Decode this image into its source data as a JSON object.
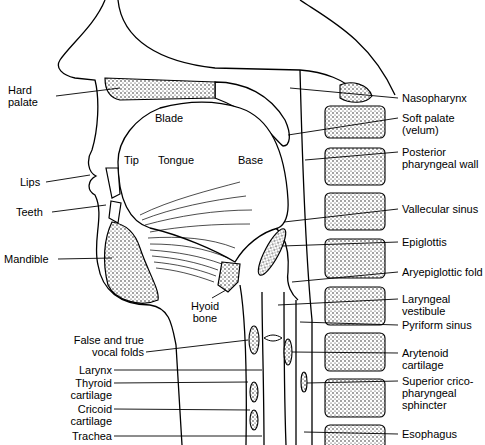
{
  "diagram": {
    "labels": [
      "Hard palate",
      "Lips",
      "Teeth",
      "Mandible",
      "False and true vocal folds",
      "Larynx",
      "Thyroid cartilage",
      "Cricoid cartilage",
      "Trachea",
      "Hyoid bone",
      "Blade",
      "Tip",
      "Tongue",
      "Base",
      "Nasopharynx",
      "Soft palate (velum)",
      "Posterior pharyngeal wall",
      "Vallecular sinus",
      "Epiglottis",
      "Aryepiglottic fold",
      "Laryngeal vestibule",
      "Pyriform sinus",
      "Arytenoid cartilage",
      "Superior crico-pharyngeal sphincter",
      "Esophagus"
    ]
  }
}
